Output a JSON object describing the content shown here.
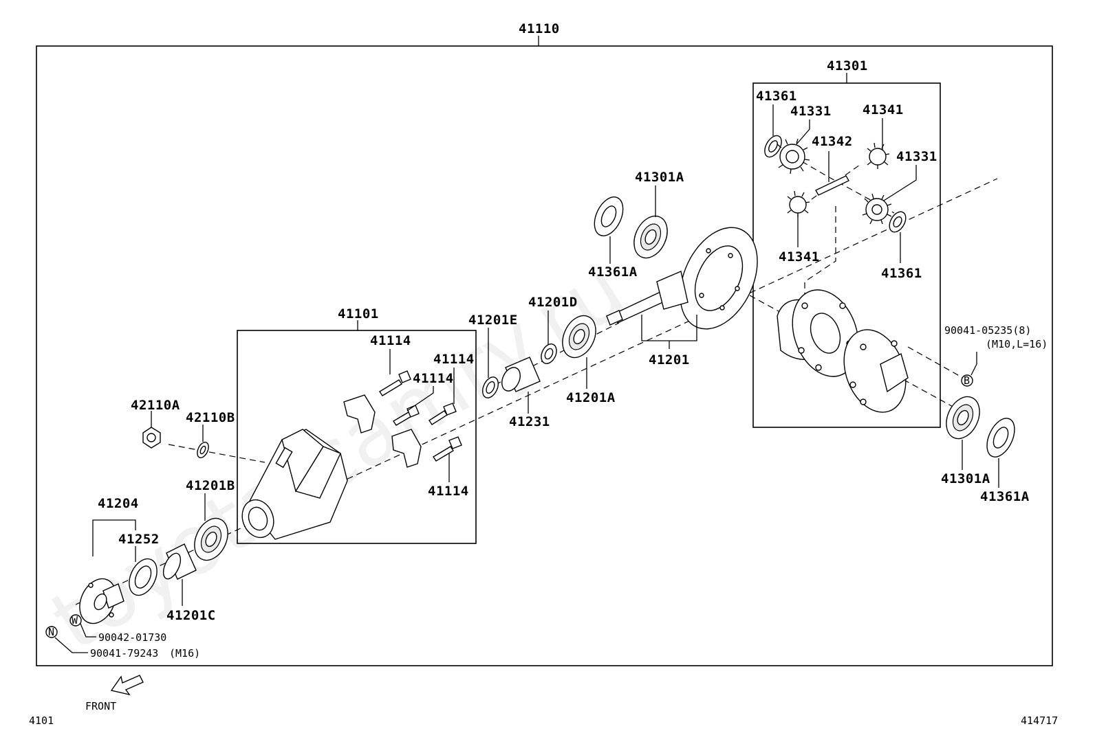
{
  "watermark": "toyota-camry.ru",
  "footer": {
    "left_code": "4101",
    "right_code": "414717",
    "front_label": "FRONT"
  },
  "callouts": {
    "assembly": "41110",
    "diff_case": "41301",
    "carrier": "41101",
    "l41361_top": "41361",
    "l41331_top": "41331",
    "l41342": "41342",
    "l41341_top": "41341",
    "l41331_right": "41331",
    "l41341_bottom": "41341",
    "l41361_bottom": "41361",
    "l41301a_top": "41301A",
    "l41361a_top": "41361A",
    "l41201d": "41201D",
    "l41201e": "41201E",
    "l41201": "41201",
    "l41201a": "41201A",
    "l41231": "41231",
    "l41114_a": "41114",
    "l41114_b": "41114",
    "l41114_c": "41114",
    "l41114_d": "41114",
    "l42110a": "42110A",
    "l42110b": "42110B",
    "l41201b": "41201B",
    "l41204": "41204",
    "l41252": "41252",
    "l41201c": "41201C",
    "l41301a_bottom": "41301A",
    "l41361a_bottom": "41361A",
    "bolt_b_part": "90041-05235(8)",
    "bolt_b_spec": "(M10,L=16)",
    "washer_w_part": "90042-01730",
    "nut_n_part": "90041-79243",
    "nut_n_spec": "(M16)",
    "marker_b": "B",
    "marker_w": "W",
    "marker_n": "N"
  }
}
